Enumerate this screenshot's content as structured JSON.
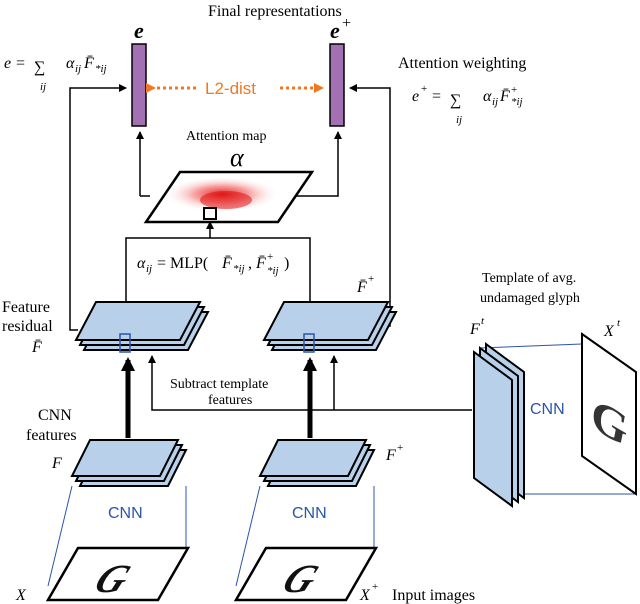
{
  "labels": {
    "final_representations": "Final representations",
    "e": "e",
    "e_plus": "e",
    "e_plus_sup": "+",
    "l2_dist": "L2-dist",
    "attention_weighting": "Attention weighting",
    "attention_map": "Attention map",
    "alpha": "α",
    "alpha_eq": "= MLP(",
    "feature_residual_1": "Feature",
    "feature_residual_2": "residual",
    "template_1": "Template of avg.",
    "template_2": "undamaged glyph",
    "subtract_1": "Subtract template",
    "subtract_2": "features",
    "cnn_features_1": "CNN",
    "cnn_features_2": "features",
    "cnn": "CNN",
    "input_images": "Input images",
    "F": "F",
    "X": "X",
    "glyph": "G"
  },
  "colors": {
    "feature_fill": "#b8d0ea",
    "vector_fill": "#a470b4",
    "l2_orange": "#f07820",
    "cnn_blue": "#2b55a8",
    "attention_red": "#e01010"
  }
}
